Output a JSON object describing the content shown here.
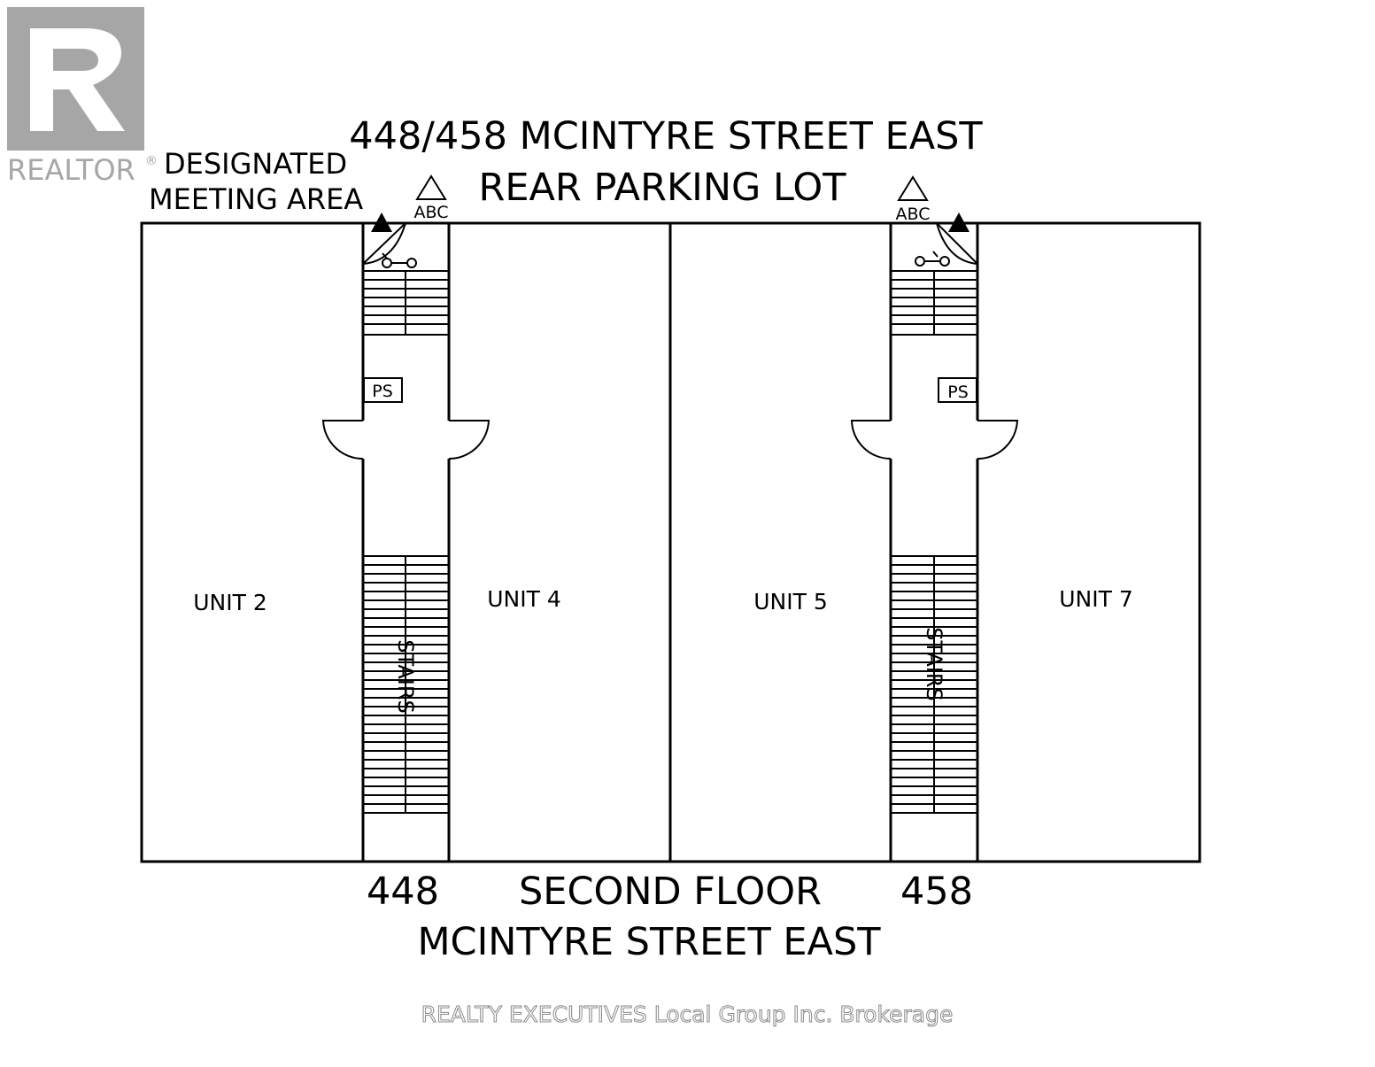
{
  "logo": {
    "text": "REALTOR",
    "mark": "®"
  },
  "title": {
    "line1": "448/458 MCINTYRE STREET EAST",
    "line2": "REAR PARKING LOT"
  },
  "meeting_area": {
    "line1": "DESIGNATED",
    "line2": "MEETING AREA"
  },
  "extinguisher_label": "ABC",
  "panel_label": "PS",
  "units": [
    "UNIT 2",
    "UNIT 4",
    "UNIT 5",
    "UNIT 7"
  ],
  "stairs_label": "STAIRS",
  "addresses": [
    "448",
    "458"
  ],
  "floor_label": "SECOND FLOOR",
  "street_label": "MCINTYRE STREET EAST",
  "watermark": "REALTY EXECUTIVES Local Group Inc. Brokerage"
}
